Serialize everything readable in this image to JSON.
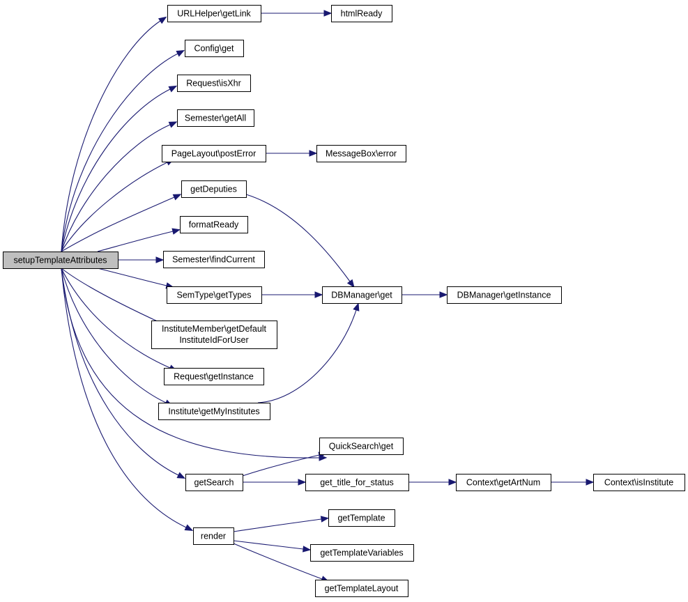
{
  "diagram": {
    "type": "call-graph",
    "edge_color": "#191970",
    "root_fill": "#bfbfbf",
    "nodes": [
      {
        "id": "setup",
        "label": "setupTemplateAttributes",
        "root": true
      },
      {
        "id": "urlhelper",
        "label": "URLHelper\\getLink"
      },
      {
        "id": "htmlready",
        "label": "htmlReady"
      },
      {
        "id": "configget",
        "label": "Config\\get"
      },
      {
        "id": "isxhr",
        "label": "Request\\isXhr"
      },
      {
        "id": "semgetall",
        "label": "Semester\\getAll"
      },
      {
        "id": "posterror",
        "label": "PageLayout\\postError"
      },
      {
        "id": "msgerror",
        "label": "MessageBox\\error"
      },
      {
        "id": "getdeputies",
        "label": "getDeputies"
      },
      {
        "id": "formatready",
        "label": "formatReady"
      },
      {
        "id": "findcurrent",
        "label": "Semester\\findCurrent"
      },
      {
        "id": "gettypes",
        "label": "SemType\\getTypes"
      },
      {
        "id": "dbget",
        "label": "DBManager\\get"
      },
      {
        "id": "dbinstance",
        "label": "DBManager\\getInstance"
      },
      {
        "id": "instmember",
        "label": "InstituteMember\\getDefault",
        "label2": "InstituteIdForUser"
      },
      {
        "id": "reqinstance",
        "label": "Request\\getInstance"
      },
      {
        "id": "myinst",
        "label": "Institute\\getMyInstitutes"
      },
      {
        "id": "qsget",
        "label": "QuickSearch\\get"
      },
      {
        "id": "getsearch",
        "label": "getSearch"
      },
      {
        "id": "titlestatus",
        "label": "get_title_for_status"
      },
      {
        "id": "artnum",
        "label": "Context\\getArtNum"
      },
      {
        "id": "isinst",
        "label": "Context\\isInstitute"
      },
      {
        "id": "render",
        "label": "render"
      },
      {
        "id": "gettemplate",
        "label": "getTemplate"
      },
      {
        "id": "gettplvars",
        "label": "getTemplateVariables"
      },
      {
        "id": "gettpllayout",
        "label": "getTemplateLayout"
      }
    ],
    "edges": [
      [
        "setup",
        "urlhelper"
      ],
      [
        "urlhelper",
        "htmlready"
      ],
      [
        "setup",
        "configget"
      ],
      [
        "setup",
        "isxhr"
      ],
      [
        "setup",
        "semgetall"
      ],
      [
        "setup",
        "posterror"
      ],
      [
        "posterror",
        "msgerror"
      ],
      [
        "setup",
        "getdeputies"
      ],
      [
        "getdeputies",
        "dbget"
      ],
      [
        "setup",
        "formatready"
      ],
      [
        "setup",
        "findcurrent"
      ],
      [
        "setup",
        "gettypes"
      ],
      [
        "gettypes",
        "dbget"
      ],
      [
        "dbget",
        "dbinstance"
      ],
      [
        "setup",
        "instmember"
      ],
      [
        "setup",
        "reqinstance"
      ],
      [
        "setup",
        "myinst"
      ],
      [
        "myinst",
        "dbget"
      ],
      [
        "setup",
        "qsget"
      ],
      [
        "setup",
        "getsearch"
      ],
      [
        "getsearch",
        "qsget"
      ],
      [
        "getsearch",
        "titlestatus"
      ],
      [
        "titlestatus",
        "artnum"
      ],
      [
        "artnum",
        "isinst"
      ],
      [
        "setup",
        "render"
      ],
      [
        "render",
        "gettemplate"
      ],
      [
        "render",
        "gettplvars"
      ],
      [
        "render",
        "gettpllayout"
      ]
    ]
  }
}
